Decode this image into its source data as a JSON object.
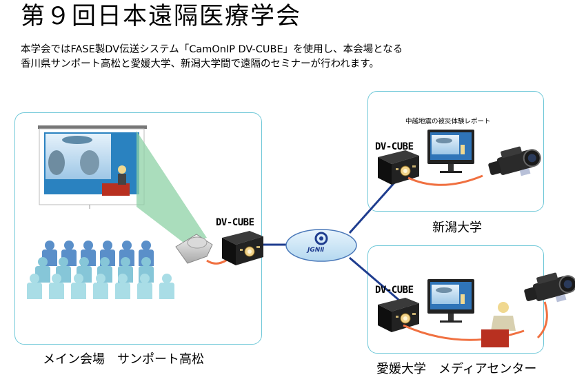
{
  "title": "第９回日本遠隔医療学会",
  "intro": {
    "line1": "本学会ではFASE製DV伝送システム「CamOnIP DV-CUBE」を使用し、本会場となる",
    "line2": "香川県サンポート高松と愛媛大学、新潟大学間で遠隔のセミナーが行われます。"
  },
  "venues": {
    "main": {
      "label": "メイン会場　サンポート高松",
      "device_label": "DV-CUBE"
    },
    "niigata": {
      "label": "新潟大学",
      "device_label": "DV-CUBE",
      "screen_caption": "中越地震の被災体験レポート"
    },
    "ehime": {
      "label": "愛媛大学　メディアセンター",
      "device_label": "DV-CUBE"
    }
  },
  "network": {
    "logo_text": "JGNⅡ"
  },
  "colors": {
    "panel_border": "#6fc8d8",
    "link_line": "#1f3d8f",
    "cable": "#f07040",
    "audience": "#a9dde6",
    "audience_dark": "#5a8fc9",
    "projection": "#8ed2a6",
    "cloud": "#cde8f7"
  },
  "icons": {
    "projector": "projector-icon",
    "dv_cube": "dv-cube-icon",
    "monitor": "monitor-icon",
    "camera": "video-camera-icon",
    "speaker": "speaker-icon",
    "audience": "audience-icon",
    "network": "network-cloud-icon"
  }
}
